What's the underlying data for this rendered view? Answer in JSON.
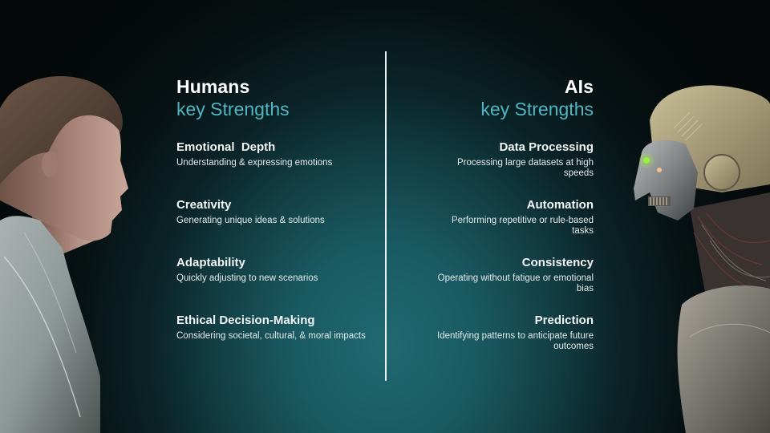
{
  "colors": {
    "accent": "#4fb5c2",
    "background_center": "#206870",
    "background_edge": "#040809",
    "text": "#ffffff",
    "divider": "#e9f3f3"
  },
  "left": {
    "figure": "human-woman-profile-image",
    "title": "Humans",
    "subtitle": "key Strengths",
    "items": [
      {
        "title": "Emotional  Depth",
        "desc": "Understanding & expressing emotions"
      },
      {
        "title": "Creativity",
        "desc": "Generating unique ideas & solutions"
      },
      {
        "title": "Adaptability",
        "desc": "Quickly adjusting to new scenarios"
      },
      {
        "title": "Ethical Decision-Making",
        "desc": "Considering societal, cultural, & moral impacts"
      }
    ]
  },
  "right": {
    "figure": "robot-cyborg-profile-image",
    "title": "AIs",
    "subtitle": "key Strengths",
    "items": [
      {
        "title": "Data Processing",
        "desc": "Processing large datasets at high speeds"
      },
      {
        "title": "Automation",
        "desc": "Performing repetitive or rule-based tasks"
      },
      {
        "title": "Consistency",
        "desc": "Operating without fatigue or emotional bias"
      },
      {
        "title": "Prediction",
        "desc": "Identifying patterns to anticipate future outcomes"
      }
    ]
  }
}
